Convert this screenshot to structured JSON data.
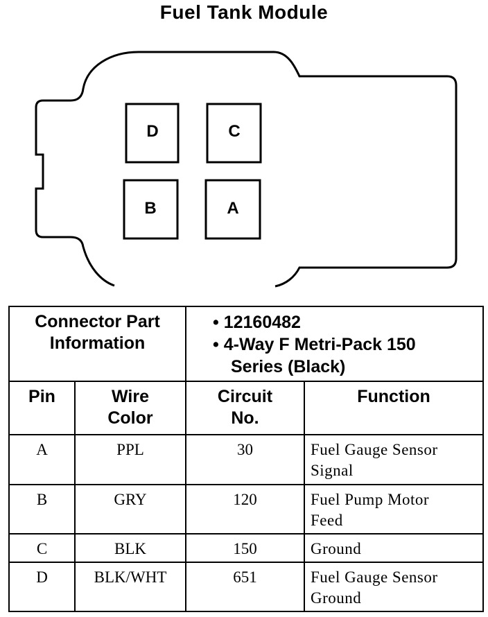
{
  "title": "Fuel Tank Module",
  "connector": {
    "pins": [
      "D",
      "C",
      "B",
      "A"
    ]
  },
  "part_info": {
    "label": "Connector Part Information",
    "label_line1": "Connector Part",
    "label_line2": "Information",
    "bullet": "•",
    "part_number": "12160482",
    "description_line1": "4-Way F Metri-Pack 150",
    "description_line2": "Series (Black)"
  },
  "columns": {
    "pin": "Pin",
    "wire_color_line1": "Wire",
    "wire_color_line2": "Color",
    "circuit_line1": "Circuit",
    "circuit_line2": "No.",
    "function": "Function"
  },
  "rows": [
    {
      "pin": "A",
      "wire": "PPL",
      "circuit": "30",
      "function_line1": "Fuel Gauge Sensor",
      "function_line2": "Signal"
    },
    {
      "pin": "B",
      "wire": "GRY",
      "circuit": "120",
      "function_line1": "Fuel Pump Motor",
      "function_line2": "Feed"
    },
    {
      "pin": "C",
      "wire": "BLK",
      "circuit": "150",
      "function_line1": "Ground",
      "function_line2": ""
    },
    {
      "pin": "D",
      "wire": "BLK/WHT",
      "circuit": "651",
      "function_line1": "Fuel Gauge Sensor",
      "function_line2": "Ground"
    }
  ]
}
